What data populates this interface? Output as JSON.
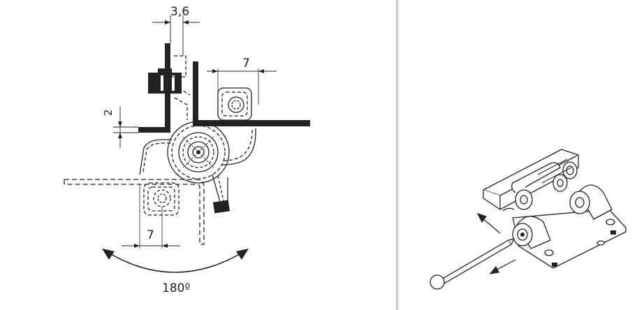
{
  "left_diagram": {
    "dim_top": "3,6",
    "dim_right": "7",
    "dim_left_vertical": "2",
    "dim_bottom": "7",
    "rotation_label": "180º"
  },
  "colors": {
    "line": "#222222",
    "divider": "#c8c8c8",
    "background": "#ffffff"
  },
  "icons": {
    "hinge_illustration": "hinge-3d-icon",
    "pin": "hinge-pin-icon",
    "arrows": "assembly-arrow-icon"
  }
}
